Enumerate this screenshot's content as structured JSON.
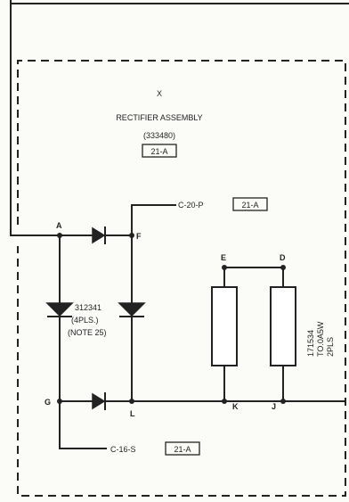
{
  "assembly": {
    "designator": "X",
    "title": "RECTIFIER ASSEMBLY",
    "part_number": "(333480)",
    "ref": "21-A"
  },
  "connections": {
    "top_ref_text": "C-20-P",
    "top_ref_box": "21-A",
    "bottom_ref_text": "C-16-S",
    "bottom_ref_box": "21-A"
  },
  "nodes": {
    "a": "A",
    "f": "F",
    "e": "E",
    "d": "D",
    "g": "G",
    "l": "L",
    "k": "K",
    "j": "J"
  },
  "diode_note": {
    "line1": "312341",
    "line2": "(4PLS.)",
    "line3": "(NOTE 25)"
  },
  "resistor_note": {
    "line1": "171534",
    "line2": "TO.0A5W",
    "line3": "2PLS"
  }
}
